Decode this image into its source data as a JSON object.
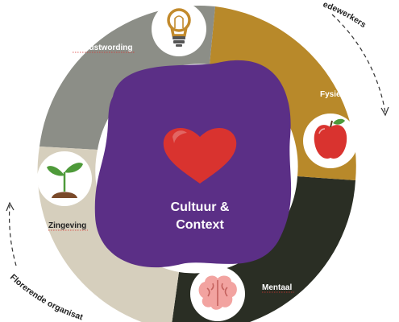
{
  "segments": {
    "bewustwording": {
      "label": "Bewustwording",
      "color": "#8c8e87",
      "icon": "lightbulb-icon"
    },
    "fysiek": {
      "label": "Fysiek",
      "color": "#b8892a",
      "icon": "apple-icon"
    },
    "mentaal": {
      "label": "Mentaal",
      "color": "#2a2e24",
      "icon": "brain-icon"
    },
    "zingeving": {
      "label": "Zingeving",
      "color": "#d6cfbd",
      "icon": "sprout-icon"
    }
  },
  "center": {
    "line1": "Cultuur &",
    "line2": "Context",
    "color": "#5b2f86",
    "icon": "heart-icon"
  },
  "arc_texts": {
    "top_right": "edewerkers",
    "bottom_left": "Florerende organisat"
  },
  "colors": {
    "heart": "#d9332f",
    "apple": "#d9332f",
    "brain": "#f2a3a0",
    "bulb": "#c28a2c",
    "sprout": "#4e9a3a",
    "soil": "#7a4a2a"
  }
}
